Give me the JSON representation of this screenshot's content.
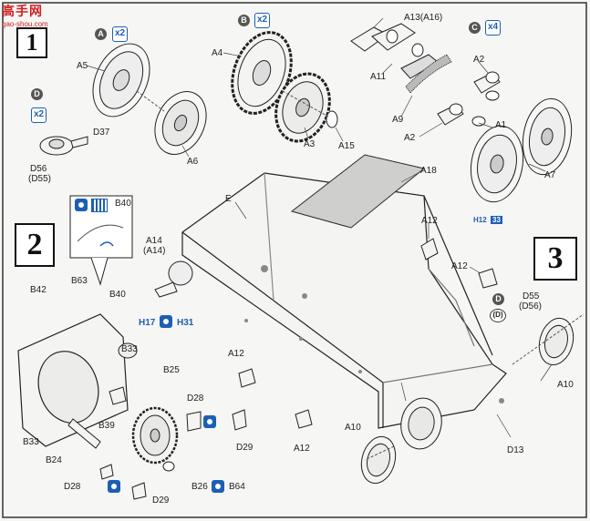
{
  "watermark": {
    "chars": "高手网",
    "url": "gao-shou.com"
  },
  "steps": {
    "s1": "1",
    "s2": "2",
    "s3": "3"
  },
  "badges": {
    "A": "A",
    "B": "B",
    "C": "C",
    "D": "D",
    "D_alt": "(D)",
    "D_second": "D"
  },
  "quantities": {
    "A": "x2",
    "B": "x2",
    "C": "x4",
    "D": "x2"
  },
  "labels": {
    "A5": "A5",
    "A6": "A6",
    "A4": "A4",
    "A3": "A3",
    "A15": "A15",
    "A13": "A13(A16)",
    "A11": "A11",
    "A9": "A9",
    "A2_top": "A2",
    "A1": "A1",
    "A2_mid": "A2",
    "A7": "A7",
    "D37": "D37",
    "D56": "D56",
    "D55": "(D55)",
    "E": "E",
    "A18": "A18",
    "A12_1": "A12",
    "A12_2": "A12",
    "A12_3": "A12",
    "A12_4": "A12",
    "B40_inset": "B40",
    "A14": "A14",
    "A14b": "(A14)",
    "B63": "B63",
    "B42": "B42",
    "B40": "B40",
    "H17": "H17",
    "H31": "H31",
    "B33_1": "B33",
    "B25": "B25",
    "D28_1": "D28",
    "D29_1": "D29",
    "B33_2": "B33",
    "B39": "B39",
    "B24": "B24",
    "D28_2": "D28",
    "D29_2": "D29",
    "B26": "B26",
    "B64": "B64",
    "D55_r": "D55",
    "D56_r": "(D56)",
    "A10_r": "A10",
    "A10_b": "A10",
    "D13": "D13",
    "H12": "H12",
    "H33": "33"
  }
}
